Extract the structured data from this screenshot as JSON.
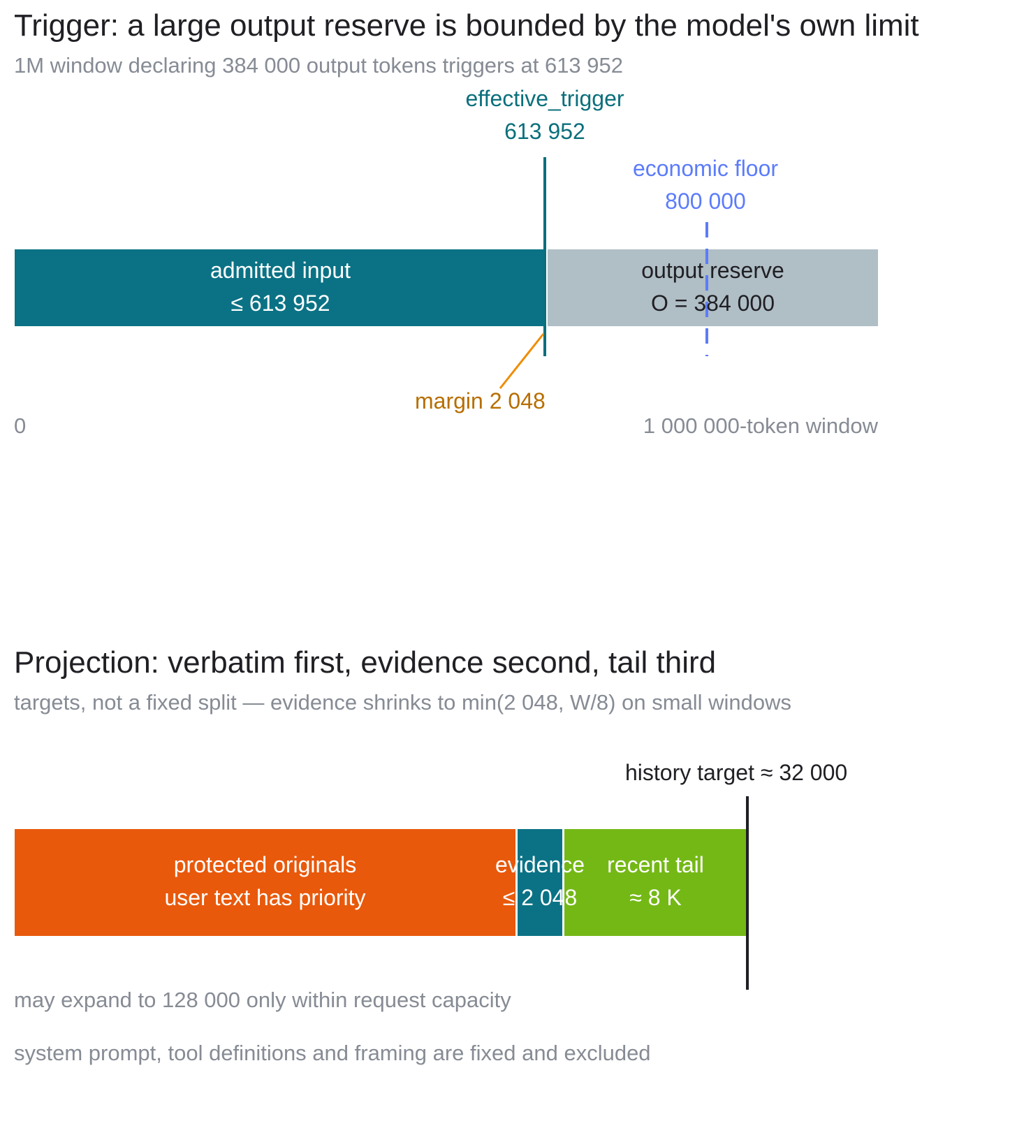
{
  "trigger": {
    "title": "Trigger: a large output reserve is bounded by the model's own limit",
    "subtitle": "1M window declaring 384 000 output tokens triggers at 613 952",
    "window_tokens": 1000000,
    "effective_trigger": {
      "label": "effective_trigger",
      "value_text": "613 952",
      "value": 613952
    },
    "economic_floor": {
      "label": "economic floor",
      "value_text": "800 000",
      "value": 800000
    },
    "admitted_input": {
      "line1": "admitted input",
      "line2": "≤ 613 952"
    },
    "output_reserve": {
      "line1": "output reserve",
      "line2": "O = 384 000",
      "value": 384000
    },
    "margin": {
      "label": "margin 2 048",
      "value": 2048
    },
    "axis_start": "0",
    "axis_end": "1 000 000-token window",
    "colors": {
      "input": "#0b7285",
      "reserve": "#b0bec5",
      "trigger": "#0b6f7c",
      "floor": "#5c7cfa",
      "margin": "#f08c00",
      "margin_text": "#b76e00"
    }
  },
  "projection": {
    "title": "Projection: verbatim first, evidence second, tail third",
    "subtitle": "targets, not a fixed split — evidence shrinks to min(2 048, W/8) on small windows",
    "history_target": {
      "label": "history target ≈ 32 000",
      "value": 32000
    },
    "segments": [
      {
        "name": "protected",
        "line1": "protected originals",
        "line2": "user text has priority",
        "color": "#e8590c"
      },
      {
        "name": "evidence",
        "line1": "evidence",
        "line2": "≤ 2 048",
        "color": "#0b7285"
      },
      {
        "name": "tail",
        "line1": "recent tail",
        "line2": "≈ 8 K",
        "color": "#74b816"
      }
    ],
    "notes": [
      "may expand to 128 000 only within request capacity",
      "system prompt, tool definitions and framing are fixed and excluded"
    ]
  }
}
